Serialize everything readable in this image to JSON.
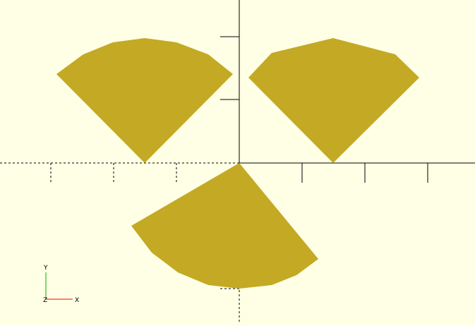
{
  "viewport": {
    "background_color": "#ffffe5",
    "shape_color": "#c4a925",
    "axis_color": "#000000"
  },
  "gizmo": {
    "x_label": "X",
    "y_label": "Y",
    "z_label": "Z",
    "x_color": "#ff0000",
    "y_color": "#00b000",
    "z_color": "#0000ff"
  }
}
